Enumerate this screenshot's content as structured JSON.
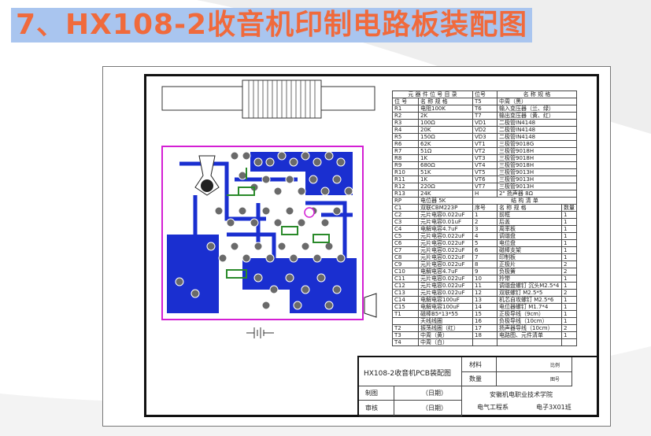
{
  "slide": {
    "title": "7、HX108-2收音机印制电路板装配图"
  },
  "table": {
    "header_left": "元 器 件 位 号 目 录",
    "header_right_no": "位号",
    "header_right_name": "名 称 规 格",
    "subheader_no": "位 号",
    "subheader_name": "名 称 规 格",
    "rows_left": [
      [
        "R1",
        "电阻100K"
      ],
      [
        "R2",
        "2K"
      ],
      [
        "R3",
        "100Ω"
      ],
      [
        "R4",
        "20K"
      ],
      [
        "R5",
        "150Ω"
      ],
      [
        "R6",
        "62K"
      ],
      [
        "R7",
        "51Ω"
      ],
      [
        "R8",
        "1K"
      ],
      [
        "R9",
        "680Ω"
      ],
      [
        "R10",
        "51K"
      ],
      [
        "R11",
        "1K"
      ],
      [
        "R12",
        "220Ω"
      ],
      [
        "R13",
        "24K"
      ],
      [
        "RP",
        "电位器 5K"
      ],
      [
        "C1",
        "双联CBM223P"
      ],
      [
        "C2",
        "元片电容0.022uF"
      ],
      [
        "C3",
        "元片电容0.01uF"
      ],
      [
        "C4",
        "电解电容4.7uF"
      ],
      [
        "C5",
        "元片电容0.022uF"
      ],
      [
        "C6",
        "元片电容0.022uF"
      ],
      [
        "C7",
        "元片电容0.022uF"
      ],
      [
        "C8",
        "元片电容0.022uF"
      ],
      [
        "C9",
        "元片电容0.022uF"
      ],
      [
        "C10",
        "电解电容4.7uF"
      ],
      [
        "C11",
        "元片电容0.022uF"
      ],
      [
        "C12",
        "元片电容0.022uF"
      ],
      [
        "C13",
        "元片电容0.022uF"
      ],
      [
        "C14",
        "电解电容100uF"
      ],
      [
        "C15",
        "电解电容100uF"
      ],
      [
        "T1",
        "磁棒B5*13*55"
      ],
      [
        "",
        "天线线圈"
      ],
      [
        "T2",
        "振荡线圈（红）"
      ],
      [
        "T3",
        "中周（黄）"
      ],
      [
        "T4",
        "中周（白）"
      ]
    ],
    "rows_right_top": [
      [
        "T5",
        "中周（黑）"
      ],
      [
        "T6",
        "输入变压器（兰、绿）"
      ],
      [
        "T7",
        "输出变压器（黄、红）"
      ],
      [
        "VD1",
        "二极管IN4148"
      ],
      [
        "VD2",
        "二极管IN4148"
      ],
      [
        "VD3",
        "二极管IN4148"
      ],
      [
        "VT1",
        "三极管9018G"
      ],
      [
        "VT2",
        "三极管9018H"
      ],
      [
        "VT3",
        "三极管9018H"
      ],
      [
        "VT4",
        "三极管9018H"
      ],
      [
        "VT5",
        "三极管9013H"
      ],
      [
        "VT6",
        "三极管9013H"
      ],
      [
        "VT7",
        "三极管9013H"
      ],
      [
        "H",
        "2\" 扬声器 8Ω"
      ]
    ],
    "struct_header": "结 构 清 单",
    "struct_cols": {
      "no": "序号",
      "name": "名 称 规 格",
      "qty": "数量"
    },
    "struct_rows": [
      [
        "1",
        "前框",
        "1"
      ],
      [
        "2",
        "后盖",
        "1"
      ],
      [
        "3",
        "周率板",
        "1"
      ],
      [
        "4",
        "调谐盘",
        "1"
      ],
      [
        "5",
        "电位盘",
        "1"
      ],
      [
        "6",
        "磁棒支架",
        "1"
      ],
      [
        "7",
        "印制板",
        "1"
      ],
      [
        "8",
        "正极片",
        "2"
      ],
      [
        "9",
        "负极簧",
        "2"
      ],
      [
        "10",
        "拎带",
        "1"
      ],
      [
        "11",
        "调谐盘螺钉 沉头M2.5*4",
        "1"
      ],
      [
        "12",
        "双联螺钉 M2.5*5",
        "2"
      ],
      [
        "13",
        "机芯自攻螺钉 M2.5*6",
        "1"
      ],
      [
        "14",
        "电位器螺钉 M1.7*4",
        "1"
      ],
      [
        "15",
        "正极导线（9cm）",
        "1"
      ],
      [
        "16",
        "负极导线（10cm）",
        "1"
      ],
      [
        "17",
        "扬声器导线（10cm）",
        "2"
      ],
      [
        "18",
        "电路图、元件清单",
        "1"
      ]
    ]
  },
  "titleblock": {
    "drawing_name": "HX108-2收音机PCB装配图",
    "material_label": "材料",
    "qty_label": "数量",
    "ratio_label": "比例",
    "sheet_label": "图号",
    "draw_label": "制图",
    "check_label": "审核",
    "date_label": "（日期）",
    "school": "安徽机电职业技术学院",
    "dept": "电气工程系",
    "class": "电子3X01班"
  },
  "colors": {
    "title_text": "#f06a3c",
    "title_bg": "#a9c5ef",
    "board_blue": "#1a2fd0",
    "board_magenta": "#d41fd4",
    "silk_green": "#2a8a2a"
  }
}
